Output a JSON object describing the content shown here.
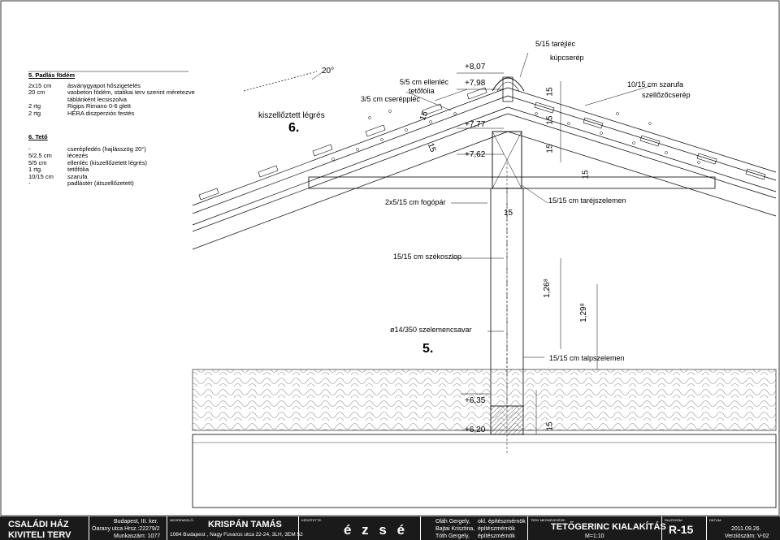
{
  "legend": {
    "section5": {
      "title": "5. Padlás födém",
      "rows": [
        {
          "a": "2x15 cm",
          "b": "ásványgyapot hőszigetelés"
        },
        {
          "a": "20 cm",
          "b": "vasbeton födém, statikai terv szerint méretezve"
        },
        {
          "a": "",
          "b": "táblánként lecsiszolva"
        },
        {
          "a": "2 rtg",
          "b": "Rigips Rimano 0-6 glett"
        },
        {
          "a": "2 rtg",
          "b": "HÉRA diszperziós festés"
        }
      ]
    },
    "section6": {
      "title": "6. Tető",
      "rows": [
        {
          "a": "-",
          "b": "cserépfedés (hajlásszög 20°)"
        },
        {
          "a": "5/2,5 cm",
          "b": "lécezés"
        },
        {
          "a": "5/5 cm",
          "b": "ellenléc (kiszellőzetett légrés)"
        },
        {
          "a": "1 rtg.",
          "b": "tetőfólia"
        },
        {
          "a": "10/15 cm",
          "b": "szarufa"
        },
        {
          "a": "-",
          "b": "padlástér (átszellőzetett)"
        }
      ]
    }
  },
  "labels": {
    "kiszell": "kiszellőztett légrés",
    "six": "6.",
    "angle": "20°",
    "ellenlec": "5/5 cm ellenléc",
    "tetofolia": "tetőfólia",
    "cserepelec": "3/5 cm cseréppléc",
    "tarejlec": "5/15 taréjléc",
    "kupcserep": "kúpcserép",
    "szarufa": "10/15 cm szarufa",
    "szellozo": "szellőzőcserép",
    "fogopar": "2x5/15 cm fogópár",
    "tarejszelemen": "15/15 cm taréjszelemen",
    "szekoszlop": "15/15 cm székoszlop",
    "szelemencsavar": "ø14/350 szelemencsavar",
    "five": "5.",
    "talpszelemen": "15/15 cm talpszelemen",
    "fifteen": "15"
  },
  "levels": {
    "l807": "+8,07",
    "l798": "+7,98",
    "l777": "+7,77",
    "l762": "+7,62",
    "l635": "+6,35",
    "l620": "+6,20",
    "d126": "1,26⁸",
    "d129": "1,29⁸"
  },
  "titleblock": {
    "project1": "CSALÁDI HÁZ",
    "project2": "KIVITELI TERV",
    "addr1": "Budapest, III. ker.",
    "addr2": "Óarany utca Hrsz.:22279/2",
    "addr3": "Munkaszám: 1077",
    "client_cap": "MEGRENDELŐ:",
    "client": "KRISPÁN TAMÁS",
    "client_addr": "1084 Budapest , Nagy Fuvaros utca 22-24, 3LH, 3EM 52",
    "designer_cap": "KÉSZÍTETTE:",
    "logo": "é z s é",
    "person1": "Oláh Gergely,",
    "role1": "okl. építészmérnök",
    "person2": "Bajtai Krisztina,",
    "role2": "építészmérnök",
    "person3": "Tóth Gergely,",
    "role3": "építészmérnök",
    "drawing_cap": "TERV MEGNEVEZÉSE:",
    "drawing": "TETŐGERINC KIALAKÍTÁS",
    "scale": "M=1:10",
    "num_cap": "RAJZSZÁM:",
    "num": "R-15",
    "date_cap": "DÁTUM:",
    "date": "2011.09.26.",
    "version": "Verziószám: V-02"
  },
  "colors": {
    "ink": "#000000",
    "titleblock_bg": "#1a1a1a"
  }
}
